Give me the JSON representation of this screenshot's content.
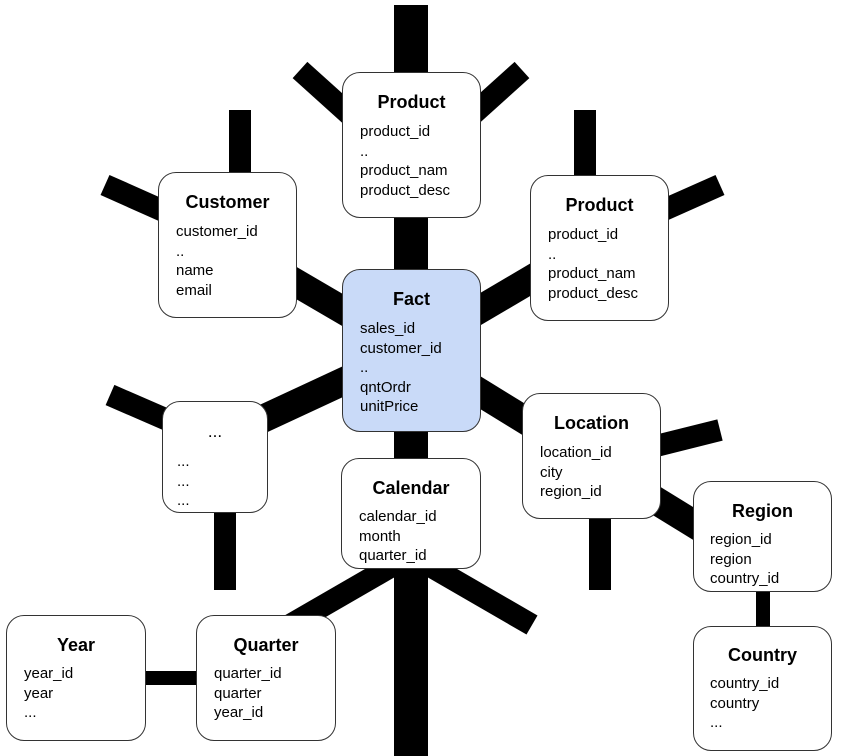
{
  "colors": {
    "fact_fill": "#c9daf8",
    "box_fill": "#ffffff",
    "snowflake": "#000000",
    "border": "#333333"
  },
  "entities": [
    {
      "id": "product-top",
      "title": "Product",
      "fields": [
        "product_id",
        "..",
        "product_nam",
        "product_desc"
      ]
    },
    {
      "id": "customer",
      "title": "Customer",
      "fields": [
        "customer_id",
        "..",
        "name",
        "email"
      ]
    },
    {
      "id": "product-right",
      "title": "Product",
      "fields": [
        "product_id",
        "..",
        "product_nam",
        "product_desc"
      ]
    },
    {
      "id": "fact",
      "title": "Fact",
      "fields": [
        "sales_id",
        "customer_id",
        "..",
        "qntOrdr",
        "unitPrice"
      ]
    },
    {
      "id": "unnamed",
      "title": "...",
      "fields": [
        "...",
        "...",
        "..."
      ]
    },
    {
      "id": "location",
      "title": "Location",
      "fields": [
        "location_id",
        "city",
        "region_id"
      ]
    },
    {
      "id": "calendar",
      "title": "Calendar",
      "fields": [
        "calendar_id",
        "month",
        "quarter_id"
      ]
    },
    {
      "id": "region",
      "title": "Region",
      "fields": [
        "region_id",
        "region",
        "country_id"
      ]
    },
    {
      "id": "year",
      "title": "Year",
      "fields": [
        "year_id",
        "year",
        "..."
      ]
    },
    {
      "id": "quarter",
      "title": "Quarter",
      "fields": [
        "quarter_id",
        "quarter",
        "year_id"
      ]
    },
    {
      "id": "country",
      "title": "Country",
      "fields": [
        "country_id",
        "country",
        "..."
      ]
    }
  ]
}
